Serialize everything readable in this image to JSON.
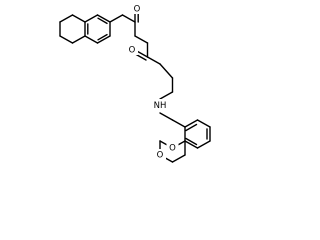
{
  "structure": {
    "bond_color": "#000000",
    "background_color": "#ffffff",
    "atoms": {
      "ketone_oxygen": "O",
      "amide_oxygen": "O",
      "amide_nitrogen": "NH",
      "ring_oxygen_upper": "O",
      "ring_oxygen_lower": "O"
    }
  }
}
